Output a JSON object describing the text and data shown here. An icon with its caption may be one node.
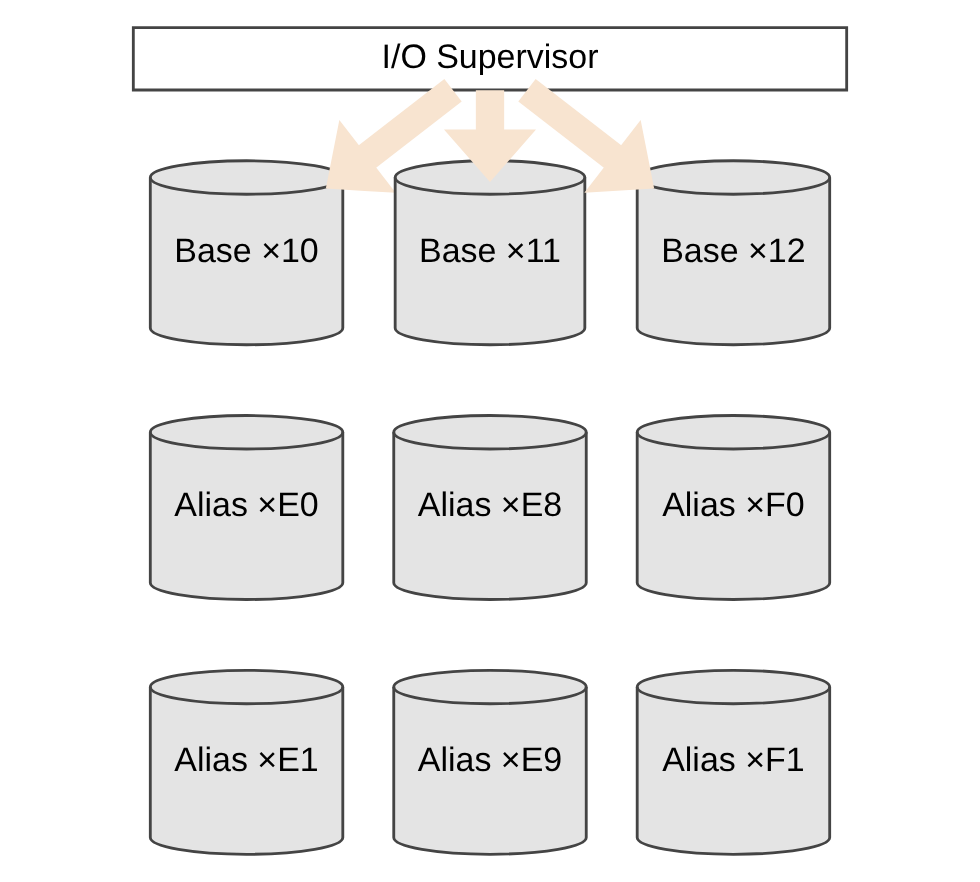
{
  "diagram": {
    "nodes": [
      {
        "text": [
          "I/O Supervisor"
        ]
      },
      {
        "text": [
          "Base ×10"
        ]
      },
      {
        "text": [
          "Alias ×E0"
        ]
      },
      {
        "text": [
          "Alias ×E1"
        ]
      },
      {
        "text": [
          "Base ×11"
        ]
      },
      {
        "text": [
          "Base ×12"
        ]
      },
      {
        "text": [
          "Alias ×E8"
        ]
      },
      {
        "text": [
          "Alias ×F0"
        ]
      },
      {
        "text": [
          "Alias ×E9"
        ]
      },
      {
        "text": [
          "Alias ×F1"
        ]
      }
    ],
    "edges": [
      {
        "from": 0,
        "to": 1,
        "arrow": "to"
      },
      {
        "from": 0,
        "to": 4,
        "arrow": "to"
      },
      {
        "from": 0,
        "to": 5,
        "arrow": "to"
      }
    ]
  }
}
